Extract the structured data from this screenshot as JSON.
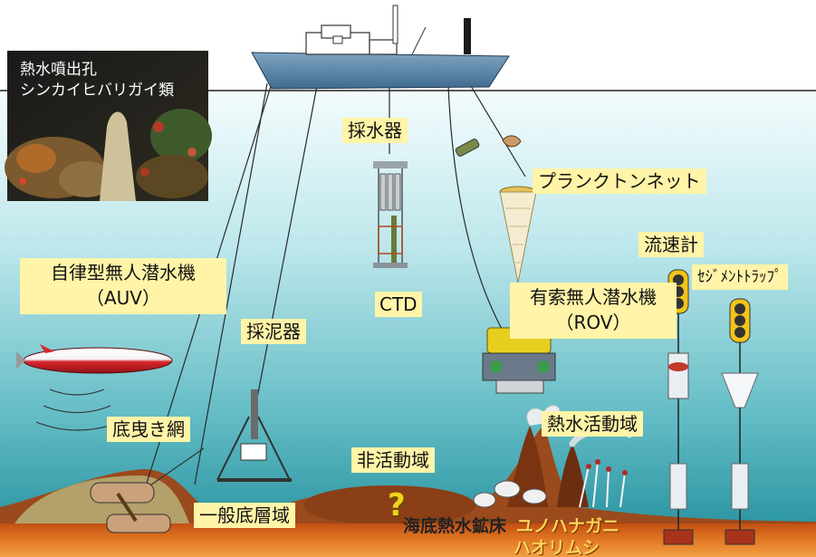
{
  "photo": {
    "caption_line1": "熱水噴出孔",
    "caption_line2": "シンカイヒバリガイ類"
  },
  "labels": {
    "sampler": "採水器",
    "plankton_net": "プランクトンネット",
    "current_meter": "流速計",
    "sediment_trap": "ｾｼﾞﾒﾝﾄﾄﾗｯﾌﾟ",
    "auv_line1": "自律型無人潜水機",
    "auv_line2": "（AUV）",
    "ctd": "CTD",
    "rov_line1": "有索無人潜水機",
    "rov_line2": "（ROV）",
    "mud_sampler": "採泥器",
    "active_zone": "熱水活動域",
    "trawl": "底曳き網",
    "inactive_zone": "非活動域",
    "benthic_zone": "一般底層域",
    "question_mark": "?",
    "ore_deposit": "海底熱水鉱床",
    "crab": "ユノハナガニ",
    "tubeworm": "ハオリムシ"
  },
  "colors": {
    "sea_top": "#f2fbfc",
    "sea_bottom": "#2f9aa6",
    "seafloor": "#d9661e",
    "label_bg": "#fff4a8",
    "ship_hull": "#5a86a8"
  }
}
